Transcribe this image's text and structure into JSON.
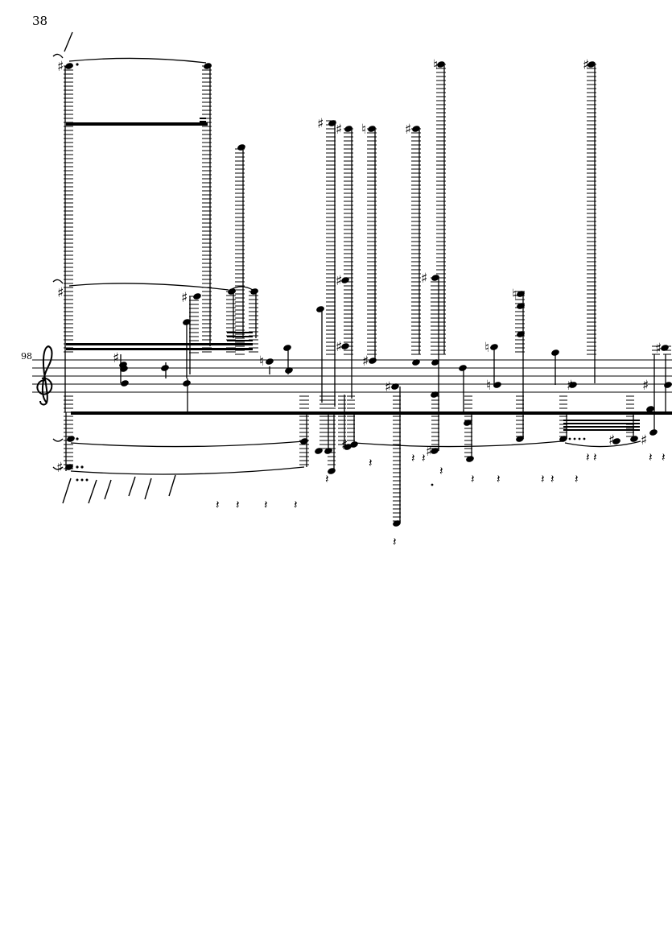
{
  "page": {
    "number": "38"
  },
  "score": {
    "measure_number": "98",
    "clef": "treble",
    "colors": {
      "ink": "#000000",
      "paper": "#ffffff"
    },
    "icons": [
      "treble-clef-icon",
      "sharp-icon",
      "natural-icon",
      "rest-icon",
      "beam",
      "tie",
      "ledger-lines"
    ]
  }
}
